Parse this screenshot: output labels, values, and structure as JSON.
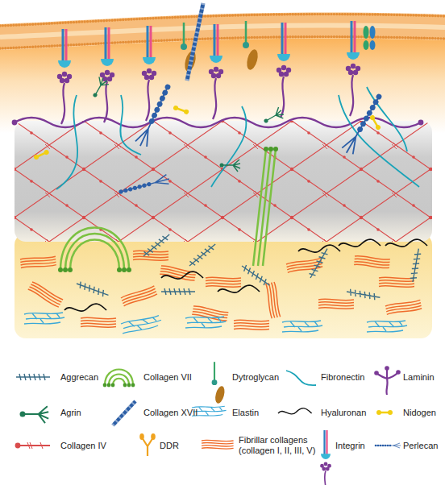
{
  "diagram": {
    "legend": [
      {
        "text": "Aggrecan"
      },
      {
        "text": "Collagen VII"
      },
      {
        "text": "Dytroglycan"
      },
      {
        "text": "Fibronectin"
      },
      {
        "text": "Laminin"
      },
      {
        "text": "Agrin"
      },
      {
        "text": "Collagen XVII"
      },
      {
        "text": "Elastin"
      },
      {
        "text": "Hyaluronan"
      },
      {
        "text": "Nidogen"
      },
      {
        "text": "Collagen IV"
      },
      {
        "text": "DDR"
      },
      {
        "text": "Fibrillar collagens (collagen I, II, III, V)"
      },
      {
        "text": "Integrin"
      },
      {
        "text": "Perlecan"
      }
    ]
  }
}
